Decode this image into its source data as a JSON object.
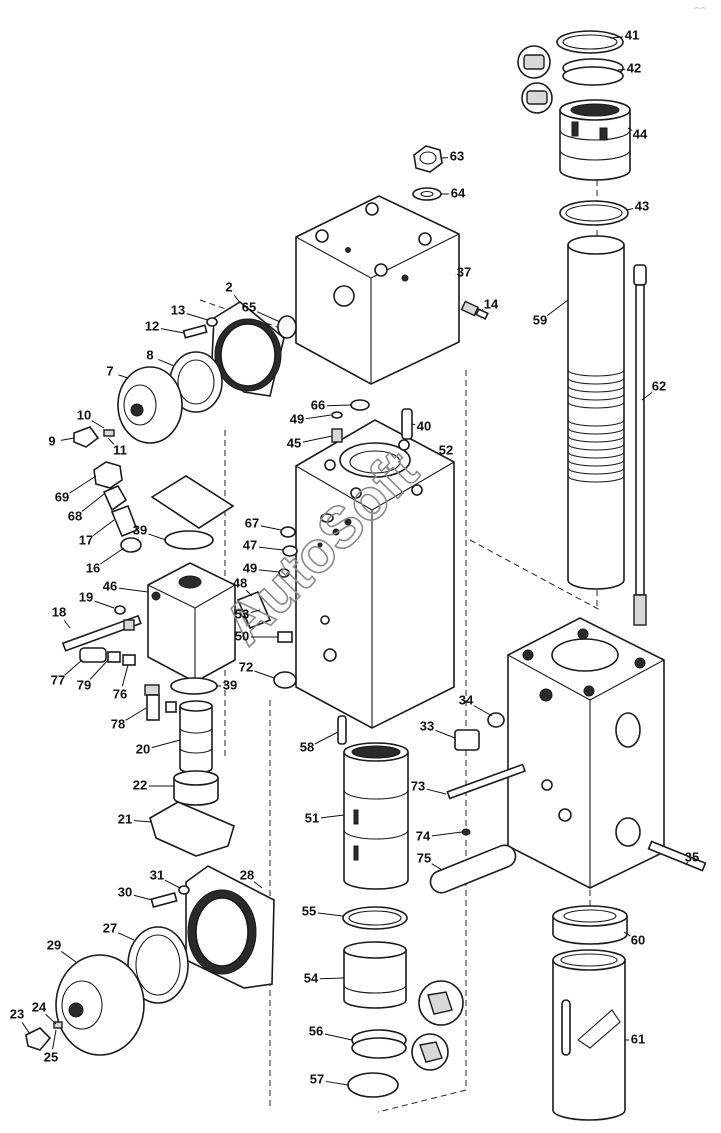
{
  "watermark": "AutoSoft",
  "corner_mark": "⌢⌢",
  "callouts": [
    "41",
    "42",
    "44",
    "43",
    "63",
    "64",
    "37",
    "14",
    "59",
    "62",
    "2",
    "13",
    "65",
    "12",
    "8",
    "7",
    "10",
    "9",
    "11",
    "66",
    "49",
    "40",
    "45",
    "52",
    "69",
    "68",
    "39",
    "17",
    "16",
    "46",
    "67",
    "47",
    "49b",
    "48",
    "19",
    "18",
    "53",
    "50",
    "77",
    "79",
    "76",
    "72",
    "39b",
    "78",
    "20",
    "22",
    "21",
    "31",
    "30",
    "28",
    "27",
    "29",
    "23",
    "24",
    "25",
    "34",
    "33",
    "58",
    "73",
    "74",
    "75",
    "35",
    "51",
    "55",
    "54",
    "56",
    "57",
    "60",
    "61"
  ],
  "labels": {
    "41": "41",
    "42": "42",
    "44": "44",
    "43": "43",
    "63": "63",
    "64": "64",
    "37": "37",
    "14": "14",
    "59": "59",
    "62": "62",
    "2": "2",
    "13": "13",
    "65": "65",
    "12": "12",
    "8": "8",
    "7": "7",
    "10": "10",
    "9": "9",
    "11": "11",
    "66": "66",
    "49": "49",
    "40": "40",
    "45": "45",
    "52": "52",
    "69": "69",
    "68": "68",
    "39": "39",
    "17": "17",
    "16": "16",
    "46": "46",
    "67": "67",
    "47": "47",
    "49b": "49",
    "48": "48",
    "19": "19",
    "18": "18",
    "53": "53",
    "50": "50",
    "77": "77",
    "79": "79",
    "76": "76",
    "72": "72",
    "39b": "39",
    "78": "78",
    "20": "20",
    "22": "22",
    "21": "21",
    "31": "31",
    "30": "30",
    "28": "28",
    "27": "27",
    "29": "29",
    "23": "23",
    "24": "24",
    "25": "25",
    "34": "34",
    "33": "33",
    "58": "58",
    "73": "73",
    "74": "74",
    "75": "75",
    "35": "35",
    "51": "51",
    "55": "55",
    "54": "54",
    "56": "56",
    "57": "57",
    "60": "60",
    "61": "61"
  }
}
